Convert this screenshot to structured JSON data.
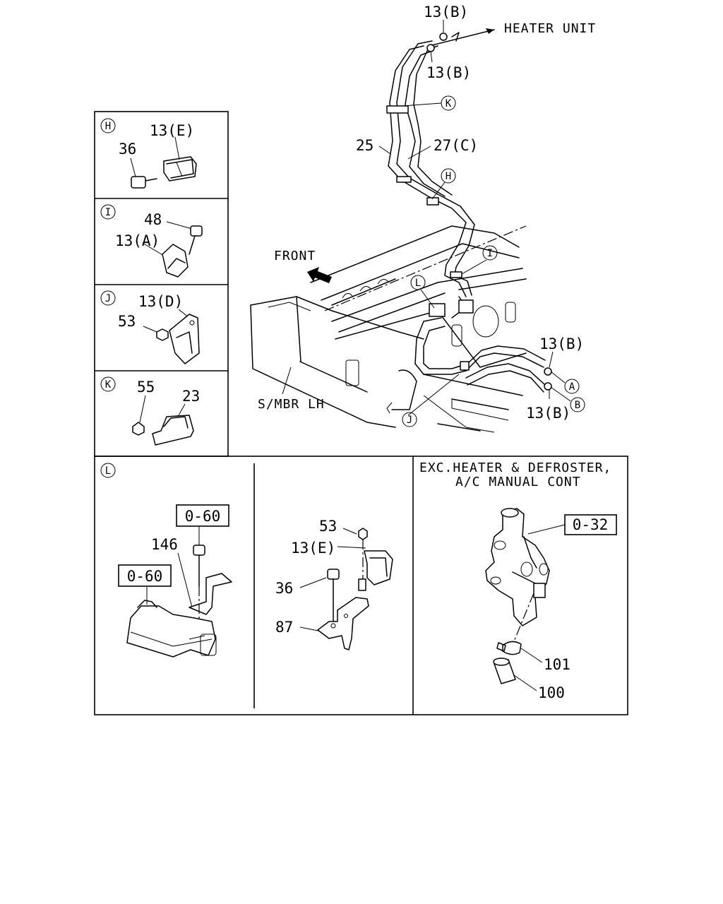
{
  "labels": {
    "p13b_top": "13(B)",
    "p13b_top2": "13(B)",
    "heater_unit": "HEATER UNIT",
    "p25": "25",
    "p27c": "27(C)",
    "front": "FRONT",
    "smbr": "S/MBR LH",
    "p13b_r1": "13(B)",
    "p13b_r2": "13(B)",
    "box_h_36": "36",
    "box_h_13e": "13(E)",
    "box_i_48": "48",
    "box_i_13a": "13(A)",
    "box_j_13d": "13(D)",
    "box_j_53": "53",
    "box_k_55": "55",
    "box_k_23": "23",
    "l_146": "146",
    "l_ref1": "0-60",
    "l_ref2": "0-60",
    "m_53": "53",
    "m_13e": "13(E)",
    "m_36": "36",
    "m_87": "87",
    "exc_line1": "EXC.HEATER & DEFROSTER,",
    "exc_line2": "A/C MANUAL CONT",
    "r_ref": "0-32",
    "r_101": "101",
    "r_100": "100"
  },
  "callouts": {
    "A": "A",
    "B": "B",
    "H": "H",
    "I": "I",
    "J": "J",
    "K": "K",
    "L": "L"
  }
}
